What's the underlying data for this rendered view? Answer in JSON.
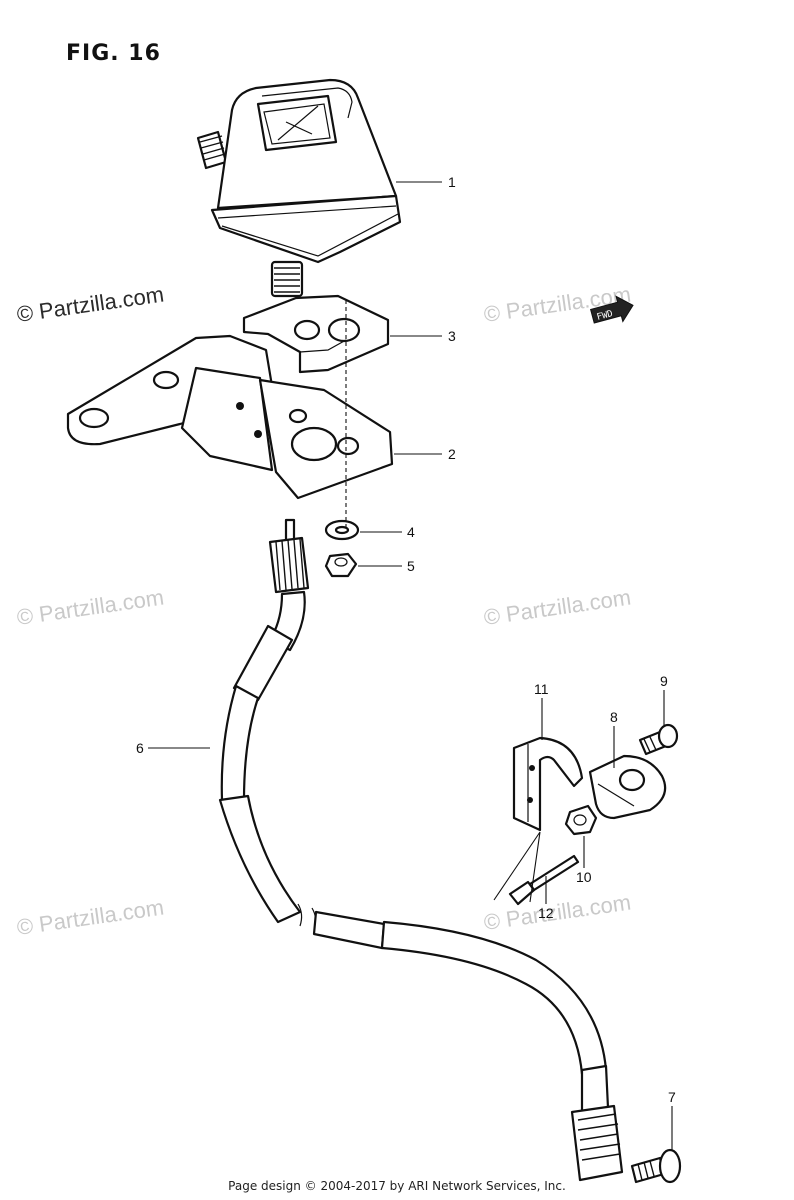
{
  "figure_title": "FIG. 16",
  "watermark_text": "© Partzilla.com",
  "footer_text": "Page design © 2004-2017 by ARI Network Services, Inc.",
  "fwd_label": "FWD",
  "callouts": [
    "1",
    "2",
    "3",
    "4",
    "5",
    "6",
    "7",
    "8",
    "9",
    "10",
    "11",
    "12"
  ],
  "colors": {
    "line": "#111111",
    "watermark": "#c9c9c9",
    "background": "#ffffff"
  }
}
